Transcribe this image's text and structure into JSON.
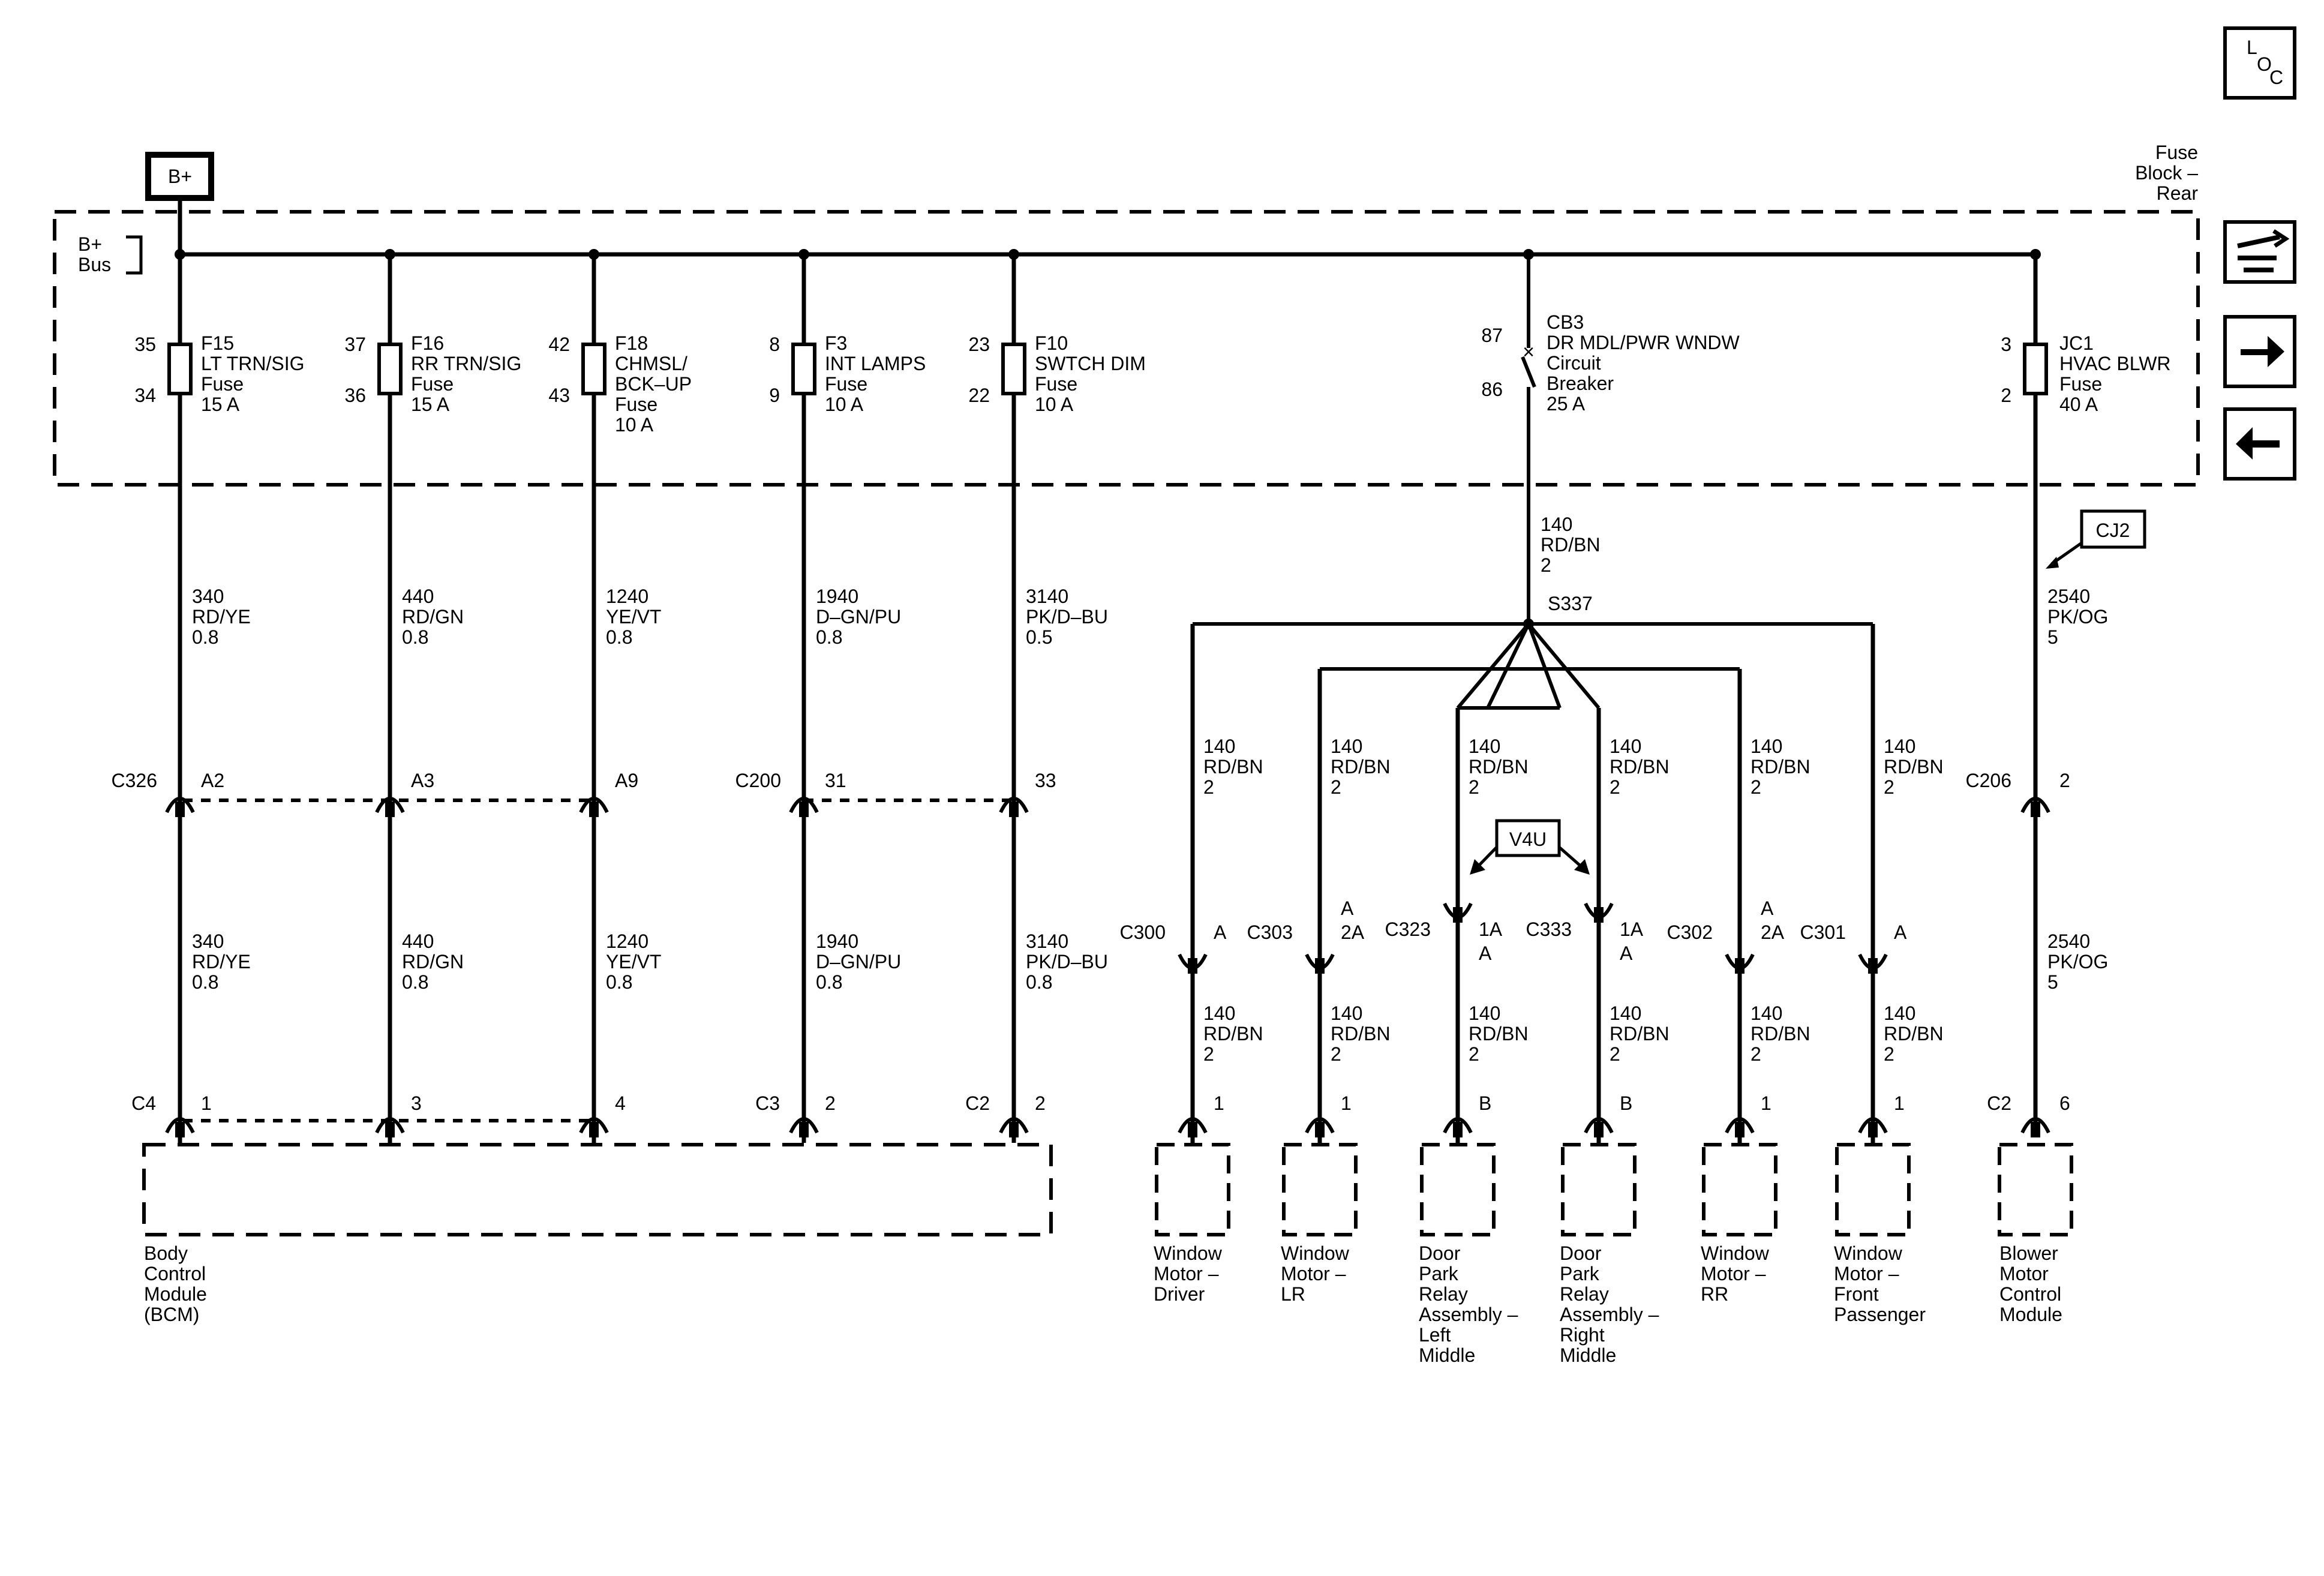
{
  "header": {
    "loc_letters": [
      "L",
      "O",
      "C"
    ],
    "bplus_label": "B+",
    "fuse_block_label": [
      "Fuse",
      "Block –",
      "Rear"
    ],
    "bus_label": [
      "B+",
      "Bus"
    ]
  },
  "nav": {
    "schematic_icon": "wiring-harness-icon",
    "next_icon": "arrow-right-icon",
    "prev_icon": "arrow-left-icon"
  },
  "fuses": [
    {
      "pin_top": "35",
      "pin_bot": "34",
      "text": [
        "F15",
        "LT TRN/SIG",
        "Fuse",
        "15 A"
      ]
    },
    {
      "pin_top": "37",
      "pin_bot": "36",
      "text": [
        "F16",
        "RR TRN/SIG",
        "Fuse",
        "15 A"
      ]
    },
    {
      "pin_top": "42",
      "pin_bot": "43",
      "text": [
        "F18",
        "CHMSL/",
        "BCK–UP",
        "Fuse",
        "10 A"
      ]
    },
    {
      "pin_top": "8",
      "pin_bot": "9",
      "text": [
        "F3",
        "INT LAMPS",
        "Fuse",
        "10 A"
      ]
    },
    {
      "pin_top": "23",
      "pin_bot": "22",
      "text": [
        "F10",
        "SWTCH DIM",
        "Fuse",
        "10 A"
      ]
    }
  ],
  "breaker": {
    "pin_top": "87",
    "pin_bot": "86",
    "text": [
      "CB3",
      "DR MDL/PWR WNDW",
      "Circuit",
      "Breaker",
      "25 A"
    ]
  },
  "hvac_fuse": {
    "pin_top": "3",
    "pin_bot": "2",
    "text": [
      "JC1",
      "HVAC BLWR",
      "Fuse",
      "40 A"
    ]
  },
  "bcm_wires_upper": [
    [
      "340",
      "RD/YE",
      "0.8"
    ],
    [
      "440",
      "RD/GN",
      "0.8"
    ],
    [
      "1240",
      "YE/VT",
      "0.8"
    ],
    [
      "1940",
      "D–GN/PU",
      "0.8"
    ],
    [
      "3140",
      "PK/D–BU",
      "0.5"
    ]
  ],
  "bcm_wires_lower": [
    [
      "340",
      "RD/YE",
      "0.8"
    ],
    [
      "440",
      "RD/GN",
      "0.8"
    ],
    [
      "1240",
      "YE/VT",
      "0.8"
    ],
    [
      "1940",
      "D–GN/PU",
      "0.8"
    ],
    [
      "3140",
      "PK/D–BU",
      "0.8"
    ]
  ],
  "inline_connectors": {
    "c326": "C326",
    "c326_pins": [
      "A2",
      "A3",
      "A9"
    ],
    "c200": "C200",
    "c200_pins": [
      "31",
      "33"
    ],
    "c206": "C206",
    "c206_pin": "2"
  },
  "bcm_connectors": [
    {
      "name": "C4",
      "pin": "1"
    },
    {
      "name": "",
      "pin": "3"
    },
    {
      "name": "",
      "pin": "4"
    },
    {
      "name": "C3",
      "pin": "2"
    },
    {
      "name": "C2",
      "pin": "2"
    }
  ],
  "bcm_label": [
    "Body",
    "Control",
    "Module",
    "(BCM)"
  ],
  "breaker_wire": [
    "140",
    "RD/BN",
    "2"
  ],
  "splice": "S337",
  "cj2": "CJ2",
  "v4u": "V4U",
  "hvac_wire_upper": [
    "2540",
    "PK/OG",
    "5"
  ],
  "hvac_wire_lower": [
    "2540",
    "PK/OG",
    "5"
  ],
  "hvac_module": {
    "conn": "C2",
    "pin": "6",
    "label": [
      "Blower",
      "Motor",
      "Control",
      "Module"
    ]
  },
  "branch_wire": [
    "140",
    "RD/BN",
    "2"
  ],
  "branches": [
    {
      "conn": "C300",
      "pin_right": "A",
      "pin_above": "",
      "end_pin": "1",
      "label": [
        "Window",
        "Motor –",
        "Driver"
      ]
    },
    {
      "conn": "C303",
      "pin_right": "2A",
      "pin_above": "A",
      "end_pin": "1",
      "label": [
        "Window",
        "Motor –",
        "LR"
      ]
    },
    {
      "conn": "C323",
      "pin_right": "1A",
      "pin_above": "",
      "pin_below": "A",
      "end_pin": "B",
      "label": [
        "Door",
        "Park",
        "Relay",
        "Assembly –",
        "Left",
        "Middle"
      ]
    },
    {
      "conn": "C333",
      "pin_right": "1A",
      "pin_above": "",
      "pin_below": "A",
      "end_pin": "B",
      "label": [
        "Door",
        "Park",
        "Relay",
        "Assembly –",
        "Right",
        "Middle"
      ]
    },
    {
      "conn": "C302",
      "pin_right": "2A",
      "pin_above": "A",
      "end_pin": "1",
      "label": [
        "Window",
        "Motor –",
        "RR"
      ]
    },
    {
      "conn": "C301",
      "pin_right": "A",
      "pin_above": "",
      "end_pin": "1",
      "label": [
        "Window",
        "Motor –",
        "Front",
        "Passenger"
      ]
    }
  ]
}
